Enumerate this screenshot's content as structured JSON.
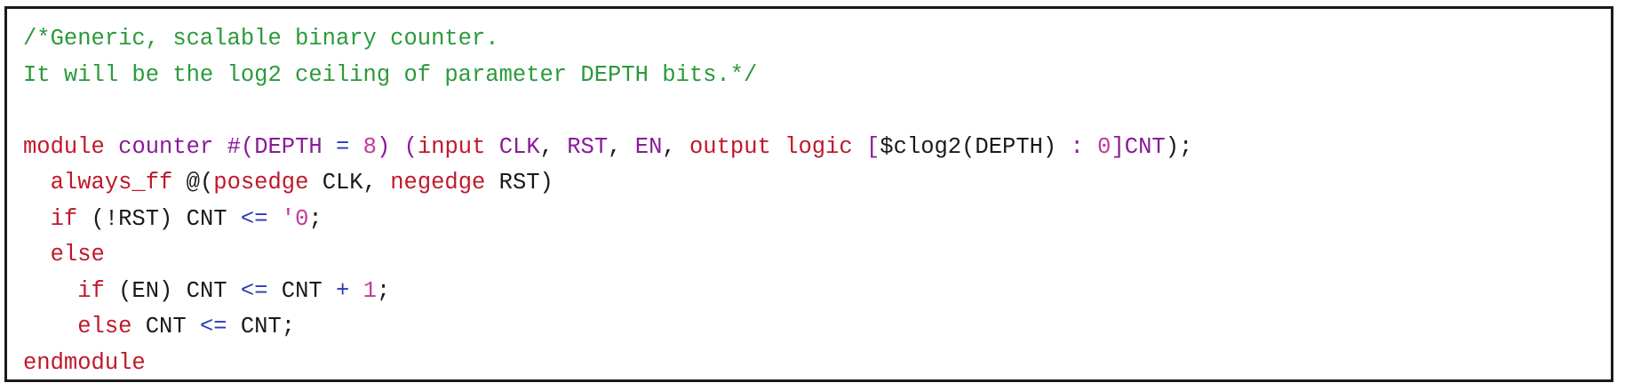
{
  "colors": {
    "comment": "#2a9a3a",
    "keyword": "#c0182a",
    "identifier": "#8a1a9a",
    "operator": "#2a3ab8",
    "number": "#c03a9a",
    "plain": "#1a1a1a",
    "border": "#1a1a1a",
    "background": "#ffffff"
  },
  "code_lines": [
    {
      "tokens": [
        {
          "text": "/*Generic, scalable binary counter.",
          "kind": "comment"
        }
      ]
    },
    {
      "tokens": [
        {
          "text": "It will be the log2 ceiling of parameter DEPTH bits.*/",
          "kind": "comment"
        }
      ]
    },
    {
      "tokens": [
        {
          "text": "",
          "kind": "plain"
        }
      ]
    },
    {
      "tokens": [
        {
          "text": "module",
          "kind": "keyword"
        },
        {
          "text": " ",
          "kind": "plain"
        },
        {
          "text": "counter",
          "kind": "identifier"
        },
        {
          "text": " ",
          "kind": "plain"
        },
        {
          "text": "#(",
          "kind": "identifier"
        },
        {
          "text": "DEPTH",
          "kind": "identifier"
        },
        {
          "text": " ",
          "kind": "plain"
        },
        {
          "text": "=",
          "kind": "operator"
        },
        {
          "text": " ",
          "kind": "plain"
        },
        {
          "text": "8",
          "kind": "number"
        },
        {
          "text": ")",
          "kind": "identifier"
        },
        {
          "text": " ",
          "kind": "plain"
        },
        {
          "text": "(",
          "kind": "identifier"
        },
        {
          "text": "input",
          "kind": "keyword"
        },
        {
          "text": " ",
          "kind": "plain"
        },
        {
          "text": "CLK",
          "kind": "identifier"
        },
        {
          "text": ", ",
          "kind": "plain"
        },
        {
          "text": "RST",
          "kind": "identifier"
        },
        {
          "text": ", ",
          "kind": "plain"
        },
        {
          "text": "EN",
          "kind": "identifier"
        },
        {
          "text": ", ",
          "kind": "plain"
        },
        {
          "text": "output",
          "kind": "keyword"
        },
        {
          "text": " ",
          "kind": "plain"
        },
        {
          "text": "logic",
          "kind": "keyword"
        },
        {
          "text": " ",
          "kind": "plain"
        },
        {
          "text": "[",
          "kind": "identifier"
        },
        {
          "text": "$clog2",
          "kind": "plain"
        },
        {
          "text": "(DEPTH)",
          "kind": "plain"
        },
        {
          "text": " ",
          "kind": "plain"
        },
        {
          "text": ":",
          "kind": "identifier"
        },
        {
          "text": " ",
          "kind": "plain"
        },
        {
          "text": "0",
          "kind": "number"
        },
        {
          "text": "]",
          "kind": "identifier"
        },
        {
          "text": "CNT",
          "kind": "identifier"
        },
        {
          "text": ");",
          "kind": "plain"
        }
      ]
    },
    {
      "tokens": [
        {
          "text": "  ",
          "kind": "plain"
        },
        {
          "text": "always_ff",
          "kind": "keyword"
        },
        {
          "text": " ",
          "kind": "plain"
        },
        {
          "text": "@(",
          "kind": "plain"
        },
        {
          "text": "posedge",
          "kind": "keyword"
        },
        {
          "text": " CLK, ",
          "kind": "plain"
        },
        {
          "text": "negedge",
          "kind": "keyword"
        },
        {
          "text": " RST)",
          "kind": "plain"
        }
      ]
    },
    {
      "tokens": [
        {
          "text": "  ",
          "kind": "plain"
        },
        {
          "text": "if",
          "kind": "keyword"
        },
        {
          "text": " (!RST) CNT ",
          "kind": "plain"
        },
        {
          "text": "<=",
          "kind": "operator"
        },
        {
          "text": " ",
          "kind": "plain"
        },
        {
          "text": "'0",
          "kind": "number"
        },
        {
          "text": ";",
          "kind": "plain"
        }
      ]
    },
    {
      "tokens": [
        {
          "text": "  ",
          "kind": "plain"
        },
        {
          "text": "else",
          "kind": "keyword"
        }
      ]
    },
    {
      "tokens": [
        {
          "text": "    ",
          "kind": "plain"
        },
        {
          "text": "if",
          "kind": "keyword"
        },
        {
          "text": " (EN) CNT ",
          "kind": "plain"
        },
        {
          "text": "<=",
          "kind": "operator"
        },
        {
          "text": " CNT ",
          "kind": "plain"
        },
        {
          "text": "+",
          "kind": "operator"
        },
        {
          "text": " ",
          "kind": "plain"
        },
        {
          "text": "1",
          "kind": "number"
        },
        {
          "text": ";",
          "kind": "plain"
        }
      ]
    },
    {
      "tokens": [
        {
          "text": "    ",
          "kind": "plain"
        },
        {
          "text": "else",
          "kind": "keyword"
        },
        {
          "text": " CNT ",
          "kind": "plain"
        },
        {
          "text": "<=",
          "kind": "operator"
        },
        {
          "text": " CNT;",
          "kind": "plain"
        }
      ]
    },
    {
      "tokens": [
        {
          "text": "endmodule",
          "kind": "keyword"
        }
      ]
    }
  ]
}
